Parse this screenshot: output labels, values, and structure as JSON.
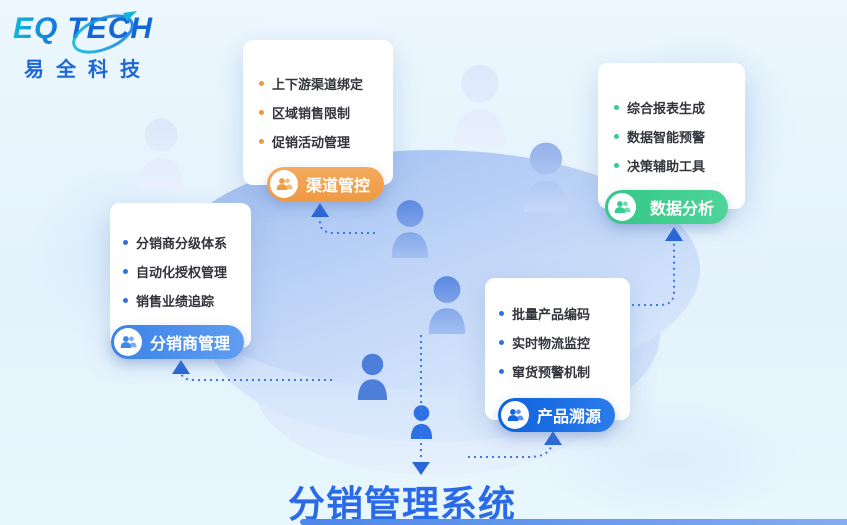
{
  "logo": {
    "en_left": "EQ",
    "en_right": "TECH",
    "cn": "易全科技"
  },
  "title": "分销管理系统",
  "modules": [
    {
      "id": "channel-control",
      "badge": "渠道管控",
      "accent": "#ef9c45",
      "items": [
        "上下游渠道绑定",
        "区域销售限制",
        "促销活动管理"
      ]
    },
    {
      "id": "distributor-management",
      "badge": "分销商管理",
      "accent": "#3f87ea",
      "items": [
        "分销商分级体系",
        "自动化授权管理",
        "销售业绩追踪"
      ]
    },
    {
      "id": "data-analysis",
      "badge": "数据分析",
      "accent": "#35cc8f",
      "items": [
        "综合报表生成",
        "数据智能预警",
        "决策辅助工具"
      ]
    },
    {
      "id": "product-tracing",
      "badge": "产品溯源",
      "accent": "#1266e3",
      "items": [
        "批量产品编码",
        "实时物流监控",
        "窜货预警机制"
      ]
    }
  ],
  "colors": {
    "title": "#2a6ae6",
    "connector": "#3b7ae6",
    "platform_top": "#9cbcf0",
    "background": "#e8f5fd"
  }
}
